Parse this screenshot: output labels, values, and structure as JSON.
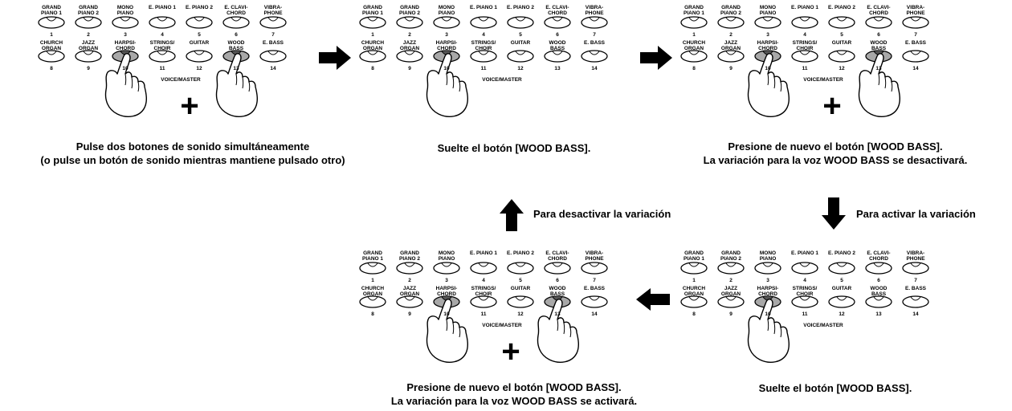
{
  "panel": {
    "top_row": [
      {
        "label": "GRAND\nPIANO 1",
        "number": "1"
      },
      {
        "label": "GRAND\nPIANO 2",
        "number": "2"
      },
      {
        "label": "MONO\nPIANO",
        "number": "3"
      },
      {
        "label": "E. PIANO 1",
        "number": "4"
      },
      {
        "label": "E. PIANO 2",
        "number": "5"
      },
      {
        "label": "E. CLAVI-\nCHORD",
        "number": "6"
      },
      {
        "label": "VIBRA-\nPHONE",
        "number": "7"
      }
    ],
    "bottom_row": [
      {
        "label": "CHURCH\nORGAN",
        "number": "8"
      },
      {
        "label": "JAZZ\nORGAN",
        "number": "9"
      },
      {
        "label": "HARPSI-\nCHORD",
        "number": "10"
      },
      {
        "label": "STRINGS/\nCHOIR",
        "number": "11"
      },
      {
        "label": "GUITAR",
        "number": "12"
      },
      {
        "label": "WOOD\nBASS",
        "number": "13"
      },
      {
        "label": "E. BASS",
        "number": "14"
      }
    ],
    "group_label": "VOICE/MASTER"
  },
  "steps": [
    {
      "caption_lines": [
        "Pulse dos botones de sonido simultáneamente",
        "(o pulse un botón de sonido mientras mantiene pulsado otro)"
      ],
      "pressed": [
        10,
        13
      ],
      "hands": [
        10,
        13
      ],
      "plus": "+"
    },
    {
      "caption_lines": [
        "Suelte el botón [WOOD BASS]."
      ],
      "pressed": [
        10
      ],
      "hands": [
        10
      ],
      "plus": ""
    },
    {
      "caption_lines": [
        "Presione de nuevo el botón [WOOD BASS].",
        "La variación para la voz WOOD BASS se desactivará."
      ],
      "pressed": [
        10,
        13
      ],
      "hands": [
        10,
        13
      ],
      "plus": "+"
    },
    {
      "caption_lines": [
        "Presione de nuevo el botón [WOOD BASS].",
        "La variación para la voz WOOD BASS se activará."
      ],
      "pressed": [
        10,
        13
      ],
      "hands": [
        10,
        13
      ],
      "plus": "+"
    },
    {
      "caption_lines": [
        "Suelte el botón [WOOD BASS]."
      ],
      "pressed": [
        10
      ],
      "hands": [
        10
      ],
      "plus": ""
    }
  ],
  "flow_labels": {
    "deactivate": "Para desactivar la variación",
    "activate": "Para activar la variación"
  },
  "colors": {
    "pressed_fill": "#a8a8a8",
    "outline": "#000000",
    "arrow": "#000000"
  }
}
